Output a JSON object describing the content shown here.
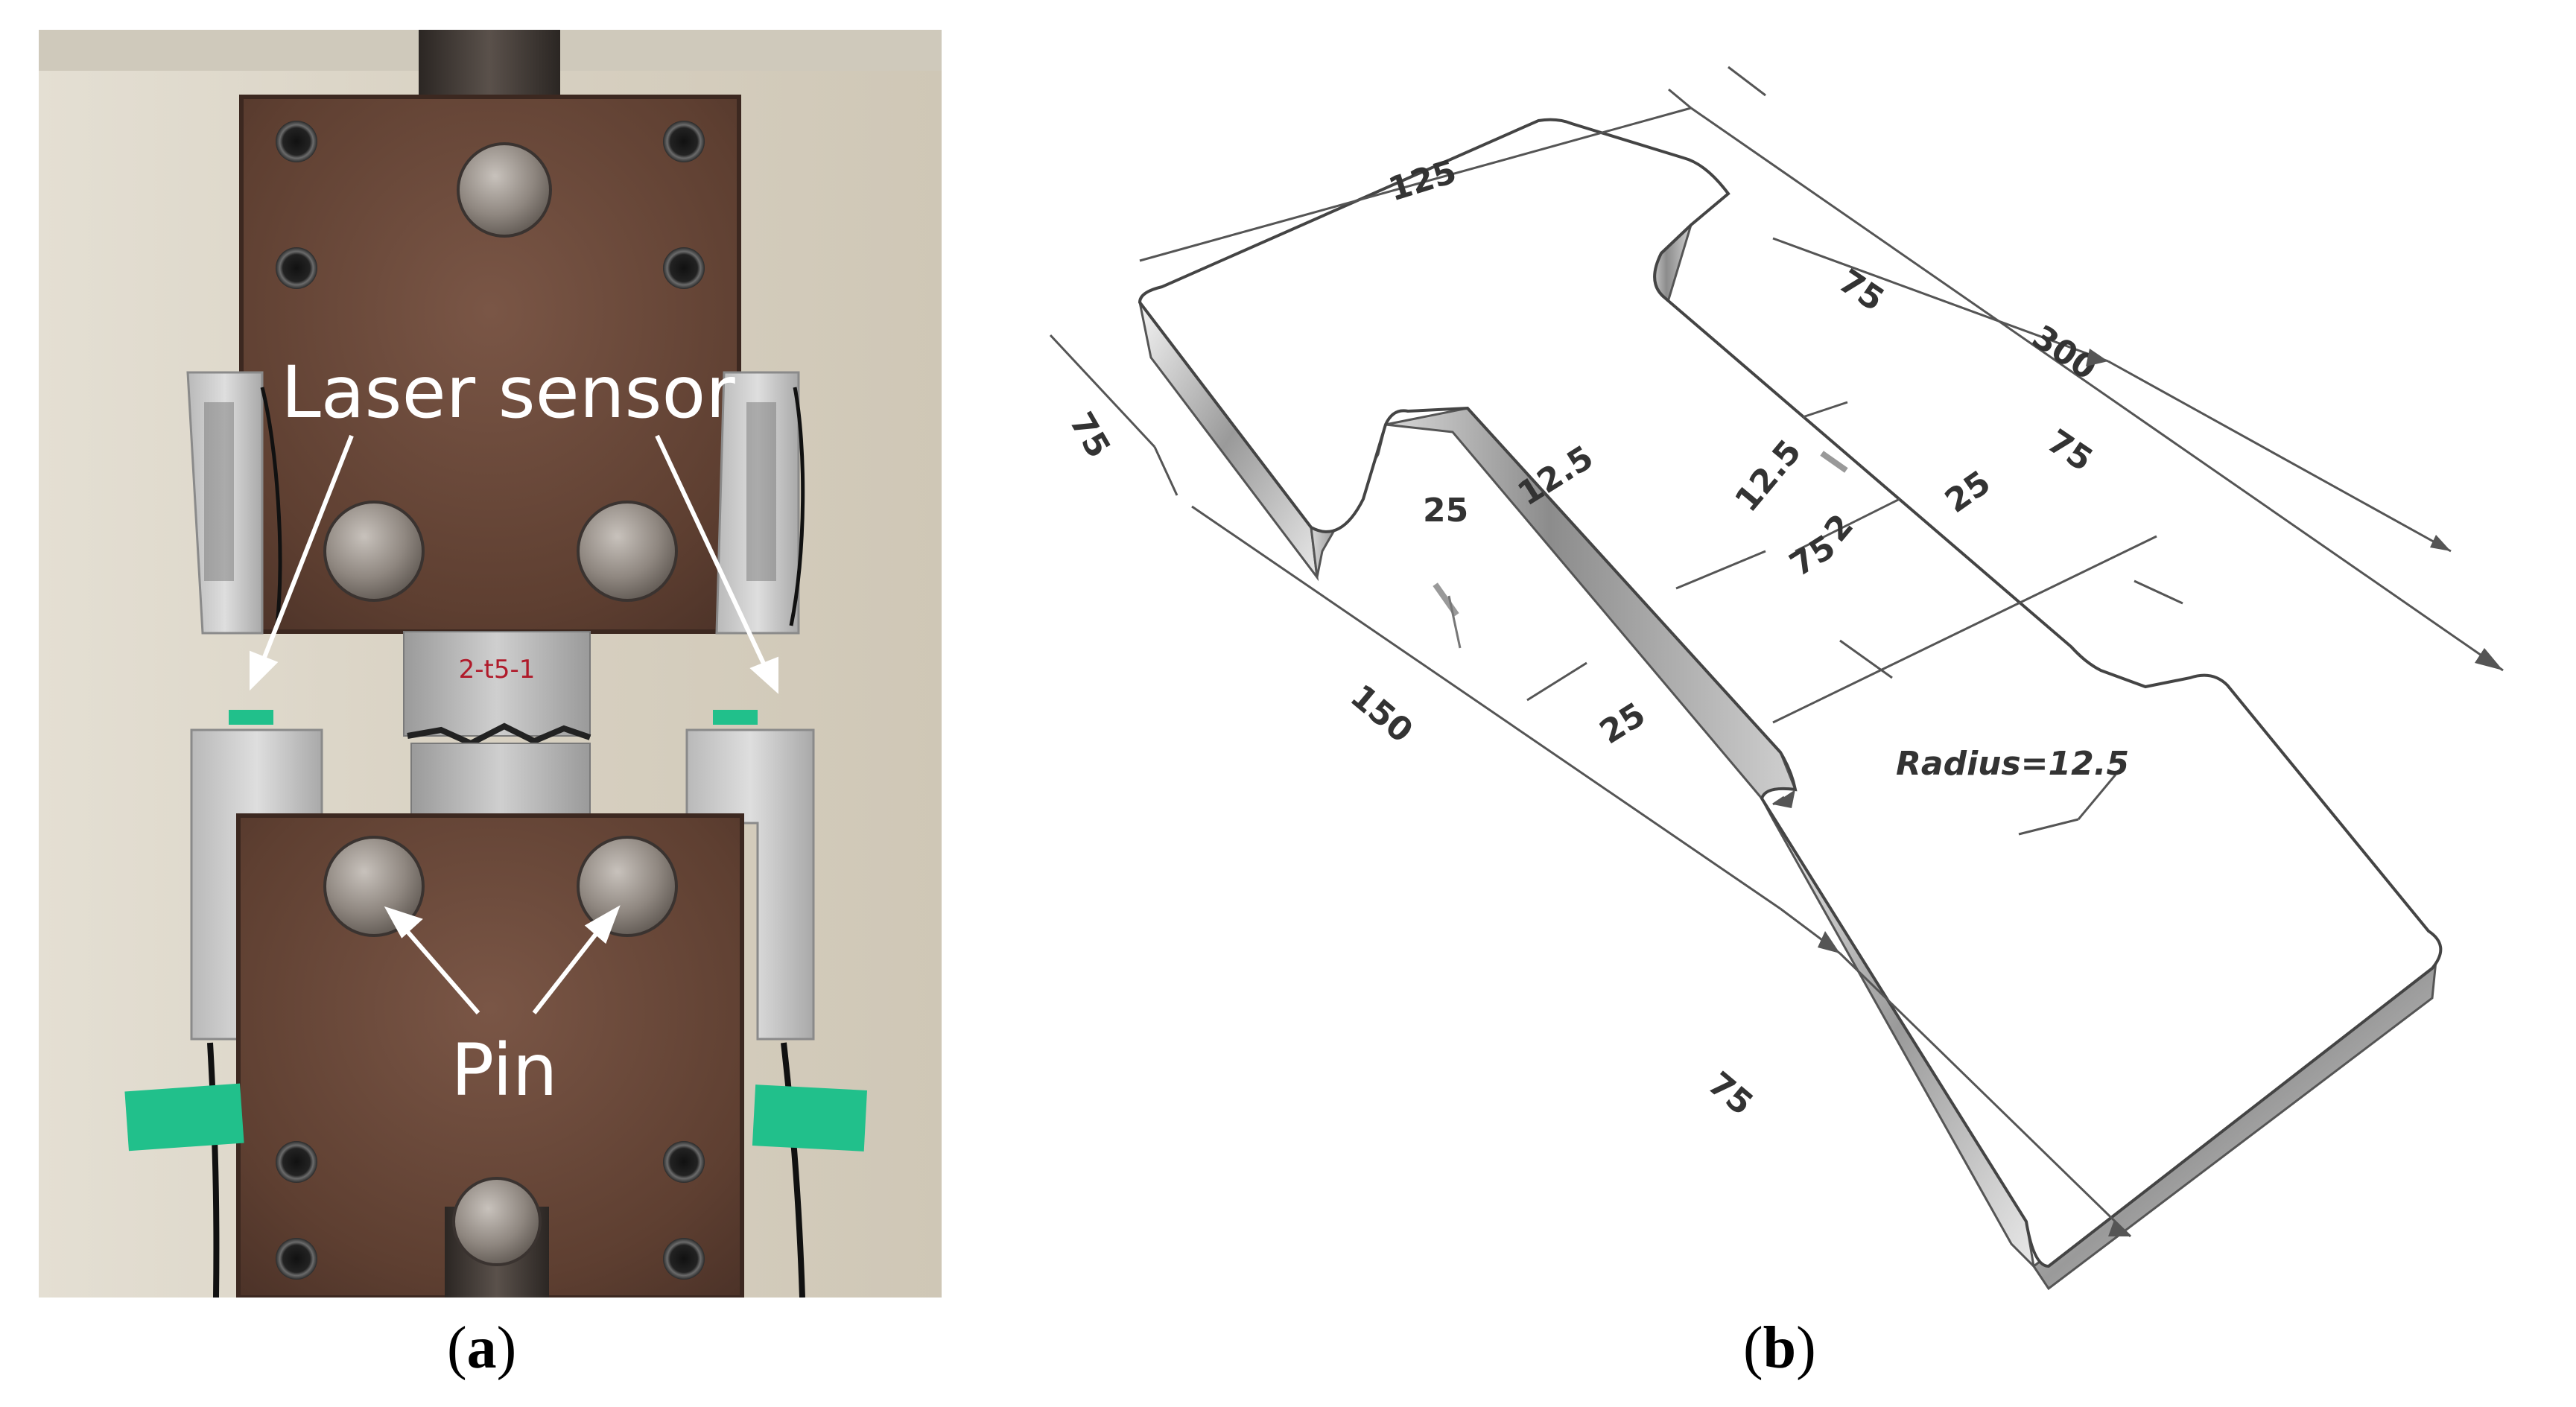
{
  "captions": {
    "a": {
      "open": "(",
      "letter": "a",
      "close": ")"
    },
    "b": {
      "open": "(",
      "letter": "b",
      "close": ")"
    }
  },
  "photo": {
    "labels": {
      "laser_sensor": "Laser sensor",
      "pin": "Pin",
      "specimen_mark": "2-t5-1"
    }
  },
  "drawing": {
    "dimensions": {
      "top_width": "125",
      "overall_length": "300",
      "left_end_length": "75",
      "neck_step_upper": "75",
      "neck_step_lower": "75",
      "right_end_width": "25",
      "bottom_length": "150",
      "bottom_end_length": "75",
      "notch_width": "12.5",
      "notch_offset": "12.5",
      "notch_gap": "2",
      "neck_half_length": "75",
      "neck_left_width": "25",
      "neck_bottom_width": "25",
      "radius_note": "Radius=12.5"
    }
  },
  "colors": {
    "wall": "#dcd6c9",
    "steel_block": "#6a4a3a",
    "aluminum": "#c9c9c9",
    "tape": "#21c08b",
    "dimension_line": "#555555",
    "text_dark": "#333333"
  }
}
